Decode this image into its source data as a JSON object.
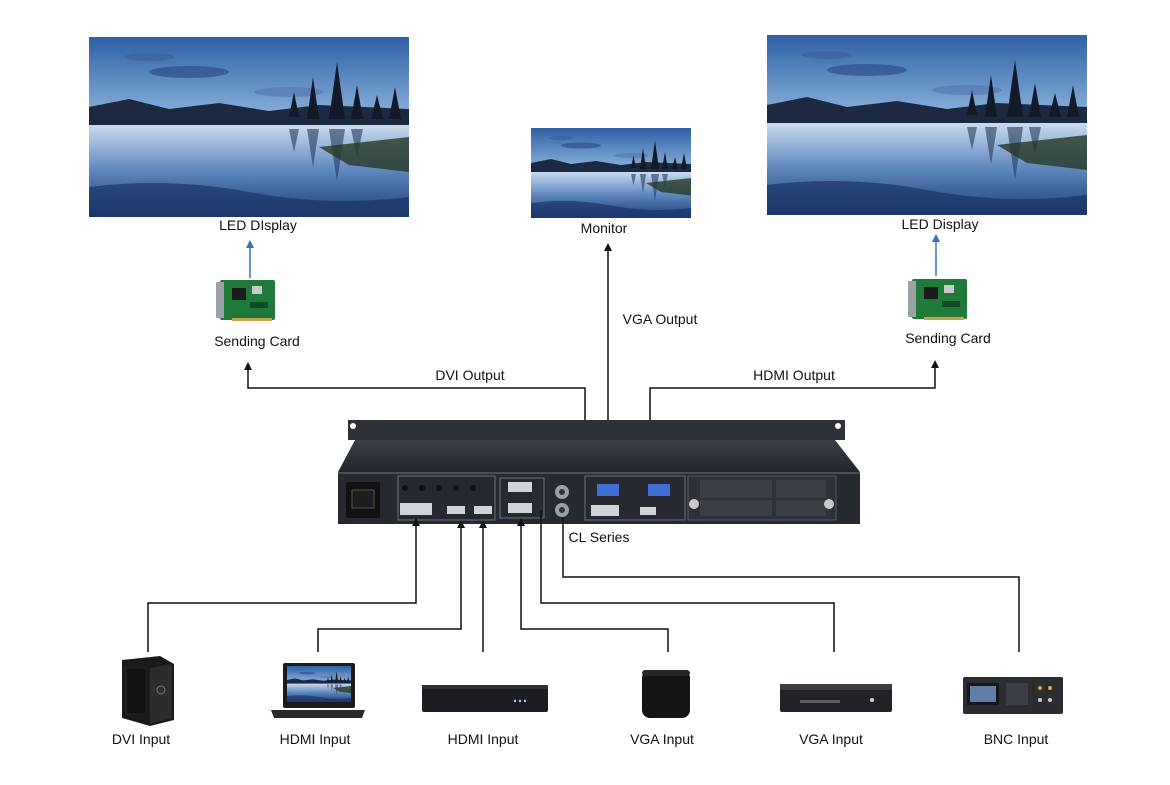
{
  "displays": {
    "left_label": "LED DIsplay",
    "monitor_label": "Monitor",
    "right_label": "LED Display"
  },
  "cards": {
    "left_label": "Sending Card",
    "right_label": "Sending Card"
  },
  "outputs": {
    "dvi": "DVI Output",
    "vga": "VGA Output",
    "hdmi": "HDMI Output"
  },
  "processor": {
    "label": "CL Series"
  },
  "inputs": [
    {
      "label": "DVI Input",
      "device": "tower-server-icon"
    },
    {
      "label": "HDMI Input",
      "device": "laptop-icon"
    },
    {
      "label": "HDMI Input",
      "device": "dvr-box-icon"
    },
    {
      "label": "VGA Input",
      "device": "media-box-icon"
    },
    {
      "label": "VGA Input",
      "device": "dvd-player-icon"
    },
    {
      "label": "BNC Input",
      "device": "camera-recorder-icon"
    }
  ],
  "colors": {
    "line": "#111111",
    "card_link": "#3a6fc4",
    "chassis": "#2b2f35"
  }
}
